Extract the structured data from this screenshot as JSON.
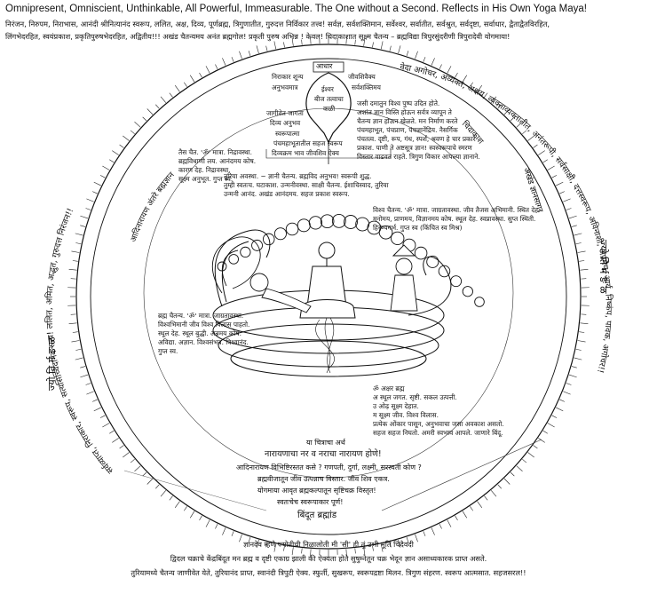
{
  "header": {
    "english": "Omnipresent, Omniscient, Unthinkable, All Powerful, Immeasurable. The One without a Second. Reflects in His Own Yoga Maya!",
    "line1": "निरंजन, निरुपम, निराभास, आनंदी श्रीनित्यानंद स्वरूप, ललित, अक्ष, दिव्य, पूर्णब्रह्म, त्रिगुणातीत, गुरुदत्त निर्विकार तत्त्व! सर्वज्ञ, सर्वशक्तिमान, सर्वेश्वर, सर्वातीत, सर्वश्रुत, सर्वदृष्टा, सर्वाधार, द्वैताद्वैतविरहित,",
    "line2": "लिंगभेदरहित, स्वयंप्रकाश, प्रकृतिपुरुषभेदरहित, अद्वितीय!!!    अखंड चैतन्यमय अनंत ब्रह्मगोल! प्रकृती पुरुष अभिन्न ! केवल!    चिदाकाशात सूक्ष्म चैतन्य – ब्रह्मविद्या त्रिपुरसुंदरीणी त्रिपुरादेवी योगमाया!"
  },
  "top_center": {
    "aadhar": "आधार",
    "nirakar_label": "निराकार शून्य",
    "anubhavmatra": "अनुभवमात्र",
    "ishwar": "ईश्वर",
    "bij": "बीज तत्वाचा",
    "kali": "कळी",
    "jivshiv": "जीवशिवैक्य",
    "sarvashakti": "सर्वशक्तिमय",
    "jagiv": "जागीवेत जागता",
    "divya_anubhav": "दिव्य अनुभव",
    "swarupatma": "स्वरूपात्मा",
    "panchmahabhut": "पंचमहाभूतातील सहज स्वरूप",
    "divyakam": "दिव्यक्रम भाव जीवशिव ऐक्य"
  },
  "right_upper_text": [
    "जसी दमातुन विश्व पुष्प उदित होते.",
    "अशांत ज्ञान विस्ति होऊन सर्वत्र व्यापून ते",
    "चैतन्य ज्ञान होऊन खेळते. मन निर्माण करते",
    "पंचमहाभूत, पंचप्राण, पंचज्ञानेंद्रिय. नैसर्गिक",
    "पंचतत्व. दृष्टी, रूप, गंध, स्पर्श, श्रवण हे चार प्रकारे",
    "प्रकाश. पाणी ते अष्टसूत्र ज्ञान! स्वस्वरूपाचे स्मरण",
    "विस्तार वाढवत राहते. त्रिगुण विकार आपल्या ज्ञानाने."
  ],
  "left_mid_text": [
    "तैस चैत. 'ॐ' मात्रा. निद्रावस्था.",
    "ब्रह्मविधाणी लय. आनंदमय कोष.",
    "कारण देह. निद्रावस्था.",
    "सूक्ष्म अनुभूत. गुप्त स्व."
  ],
  "turiya_text": [
    "तुरिया अवस्था. ~ ज्ञानी चैतन्य. ब्रह्मविद अनुभव! स्वरूपी शुद्ध.",
    "तुम्ही स्वतःच. घटाकाश. उन्मनीवस्था. साक्षी चैतन्य. ईशाचिस्वाद, तुरिया",
    "उन्मनी आनंद. अखंड आनंदमय. सहज प्रकाश स्वरूप."
  ],
  "right_mid_text": [
    "विश्व चैतन्य. 'ॐ' मात्रा. जाग्रतावस्था. जीव तैजस अभिमानी. स्थित देह.",
    "मनोमय, प्राणमय, विज्ञानमय कोष. स्थूल देह. स्वप्नावस्था. सुप्त स्थिती.",
    "हिरण्यगर्भ. गुप्त स्व (किंचित स्व मिश्र)"
  ],
  "left_low_text": [
    "ब्रह्म चैतन्य. 'ॐ' मात्रा. जाग्रतावस्था.",
    "विश्वभिमानी जीव विश्व विलास पाहतो.",
    "स्थूल देह. स्थूल बुद्धी. अन्नमय कोष.",
    "अविद्या. अज्ञान. विश्वसंभव. विश्वानंद.",
    "गुप्त स्व."
  ],
  "mantra": {
    "om": "ॐ अक्षर ब्रह्म",
    "a": "अ स्थूल जगत. सृष्टी. सकल उत्पत्ती.",
    "u": "उ ओढ़ सूक्ष्म देहात.",
    "m": "म सूक्ष्म जीव. विश्व विलास.",
    "line5": "प्रत्येक ओंकार पासून, अनुभवाचा जसा अवकाश असतो.",
    "line6": "सहज सहज निघतो. अमरी स्वभाव आपले. जाणारे बिंदू."
  },
  "bottom_center": {
    "artha": "या चित्राचा अर्थ",
    "narayan": "नारायणाचा नर व नराचा नारायण होणे!",
    "q": "आदिनारायण विभिष्टिरस्तत कसे ? गणपती, दुर्गा, लक्ष्मी, सरस्वती कोण ?",
    "jiv": "ब्रह्मवीजातून जीव उत्पन्नाच विस्तार. जीव शिव एकत्र.",
    "yog": "योगमाया आवृत ब्रह्मकल्पातून सृष्टिचक्र विस्तृत!",
    "swa": "स्वतःचेच स्वरूपाकार पूर्ण!",
    "bindu": "बिंदूत ब्रह्मांड"
  },
  "footer": {
    "l1": "ज्ञानदेव म्हणे ज्योतीची निळालोती मी 'सी' ही तुं उभी मूर्ति चिदैवदी",
    "l2": "द्विदल चक्राचे केंद्रबिंदूत मन ब्रह्म व दृष्टी एकाग्र झाली की ऐक्यता होते सुषुम्नेतून चक्र भेदून ज्ञान असाध्यकारक प्राप्त असते.",
    "l3": "तुरियामध्ये चैतन्य जाणीवेत येते, तुरियानंद प्राप्त, स्वानंदी त्रिपुटी ऐक्य. स्फुर्ती, सुखरूप, स्वरूपद्रष्टा मिलन. त्रिगुण संहरण. स्वरूप आत्मसात. सहजसरल!!"
  },
  "ring_labels": {
    "left_arc": "आदिनारायण अंतरे ब्रह्मज्ञान",
    "right_arc": "चिदाकाश",
    "right_arc2": "अखंड ज्ञानसागर",
    "om_left": "ज्यो ति र्म ङ ळ",
    "om_right": "ज्यो ति र्म ङ ळ",
    "outer_left": "सर्वव्याप्त, निराकार, स्वरूप, सत्यसिच्चिदानंद सत्य! ललित, अमित, अद्भुत, गुरुदत्त निरंजन!!",
    "outer_right": "वेदा अगोचर, अव्यक्त, अक्षय, व्यक्ताव्यक्तातीत, अनंतरूपी, सर्वसाक्षी, दत्तस्वरूप, अविनाशी, अप्रमेय, आर्य, निष्कंप, पावक, अगोचर!!"
  }
}
